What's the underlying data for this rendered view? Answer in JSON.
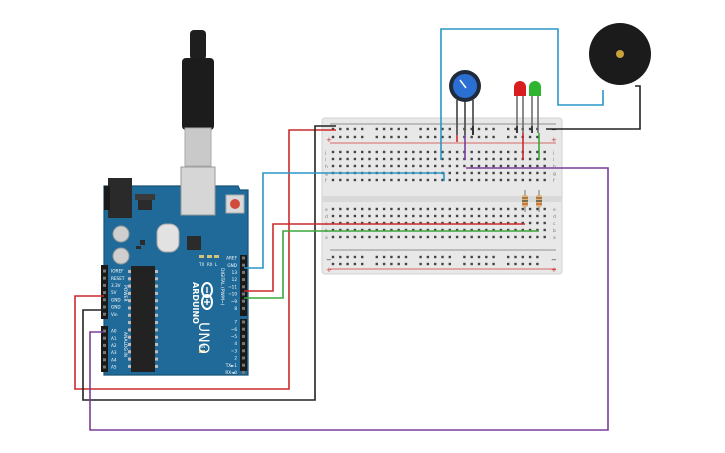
{
  "colors": {
    "board": "#1f6a98",
    "board_edge": "#175477",
    "breadboard": "#e8e8e8",
    "wire_red": "#cc2a2a",
    "wire_black": "#222222",
    "wire_blue": "#2a96c8",
    "wire_green": "#3aa63a",
    "wire_purple": "#7a3d98",
    "led_red": "#d81e1e",
    "led_green": "#2fb52f",
    "buzzer": "#1b1b1b",
    "pot": "#2a6fd1"
  },
  "board": {
    "logo_text": "UNO",
    "brand_text": "ARDUINO",
    "label_power": "POWER",
    "label_analog": "ANALOG IN",
    "label_digital": "DIGITAL (PWM~)",
    "label_tx": "TX",
    "label_rx": "RX",
    "label_l": "L",
    "label_on": "ON",
    "power_pins": [
      "IOREF",
      "RESET",
      "3.3V",
      "5V",
      "GND",
      "GND",
      "Vin"
    ],
    "analog_pins": [
      "A0",
      "A1",
      "A2",
      "A3",
      "A4",
      "A5"
    ],
    "digital_top": [
      "AREF",
      "GND",
      "13",
      "12",
      "~11",
      "~10",
      "~9",
      "8"
    ],
    "digital_bottom": [
      "7",
      "~6",
      "~5",
      "4",
      "~3",
      "2",
      "TX►1",
      "RX◄0"
    ]
  },
  "breadboard": {
    "top_rail_plus": "+",
    "top_rail_minus": "−",
    "bottom_rail_plus": "+",
    "bottom_rail_minus": "−",
    "row_letters_top": [
      "j",
      "i",
      "h",
      "g",
      "f"
    ],
    "row_letters_bottom": [
      "e",
      "d",
      "c",
      "b",
      "a"
    ]
  }
}
